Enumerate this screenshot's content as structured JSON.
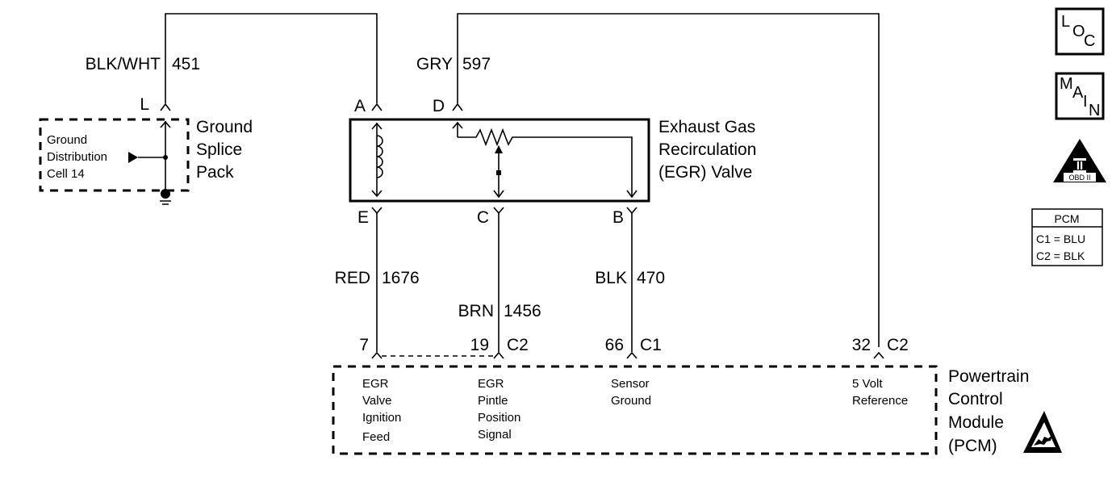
{
  "top_wires": [
    {
      "color": "BLK/WHT",
      "circuit": "451"
    },
    {
      "color": "GRY",
      "circuit": "597"
    }
  ],
  "ground_splice": {
    "terminal": "L",
    "inner_lines": [
      "Ground",
      "Distribution",
      "Cell 14"
    ],
    "title_lines": [
      "Ground",
      "Splice",
      "Pack"
    ]
  },
  "egr_valve": {
    "title_lines": [
      "Exhaust Gas",
      "Recirculation",
      "(EGR) Valve"
    ],
    "top_pins": [
      "A",
      "D"
    ],
    "bottom_pins": [
      "E",
      "C",
      "B"
    ]
  },
  "lower_wires": [
    {
      "color": "RED",
      "circuit": "1676"
    },
    {
      "color": "BRN",
      "circuit": "1456"
    },
    {
      "color": "BLK",
      "circuit": "470"
    }
  ],
  "pcm_pins": [
    {
      "pin": "7",
      "connector": ""
    },
    {
      "pin": "19",
      "connector": "C2"
    },
    {
      "pin": "66",
      "connector": "C1"
    },
    {
      "pin": "32",
      "connector": "C2"
    }
  ],
  "pcm_functions": [
    [
      "EGR",
      "Valve",
      "Ignition",
      "Feed"
    ],
    [
      "EGR",
      "Pintle",
      "Position",
      "Signal"
    ],
    [
      "Sensor",
      "Ground"
    ],
    [
      "5 Volt",
      "Reference"
    ]
  ],
  "pcm_module": {
    "title_lines": [
      "Powertrain",
      "Control",
      "Module",
      "(PCM)"
    ]
  },
  "legend": {
    "loc_letters": [
      "L",
      "O",
      "C"
    ],
    "main_letters": [
      "M",
      "A",
      "I",
      "N"
    ],
    "obd_numeral": "II",
    "obd_label": "OBD II",
    "pcm_title": "PCM",
    "pcm_rows": [
      "C1 = BLU",
      "C2 = BLK"
    ]
  }
}
